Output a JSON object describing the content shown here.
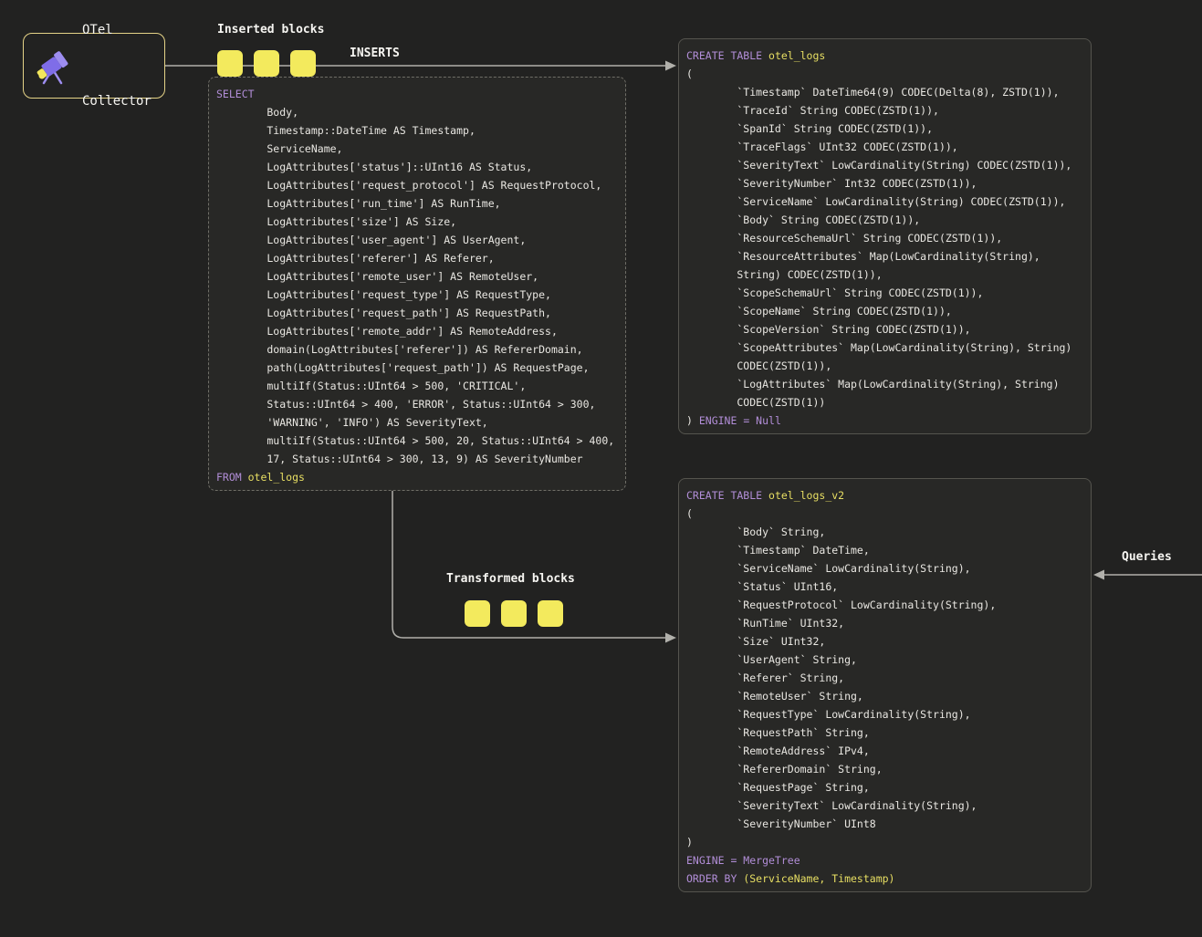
{
  "colors": {
    "bg": "#222221",
    "box-bg": "#282826",
    "border": "#55544e",
    "dashed": "#6f6e67",
    "yellow": "#e8df63",
    "yellow-block": "#f3ea5d",
    "purple": "#b28ed8",
    "code": "#e9e7e2",
    "label": "#f6f5f1",
    "arrow": "#b1b0ab",
    "otel-border": "#e5d387",
    "icon-purple": "#7f6de8",
    "icon-purple-light": "#9d8df0",
    "icon-yellow": "#f2e75c"
  },
  "otel_collector": {
    "line1": "OTel",
    "line2": "Collector"
  },
  "labels": {
    "inserted_blocks": "Inserted blocks",
    "inserts": "INSERTS",
    "transformed_blocks": "Transformed blocks",
    "queries": "Queries"
  },
  "blocks": {
    "inserted": {
      "count": 3
    },
    "transformed": {
      "count": 3
    }
  },
  "select_query": {
    "lines": [
      [
        [
          "k",
          "SELECT"
        ]
      ],
      [
        [
          "p",
          "        Body,"
        ]
      ],
      [
        [
          "p",
          "        Timestamp::DateTime AS Timestamp,"
        ]
      ],
      [
        [
          "p",
          "        ServiceName,"
        ]
      ],
      [
        [
          "p",
          "        LogAttributes['status']::UInt16 AS Status,"
        ]
      ],
      [
        [
          "p",
          "        LogAttributes['request_protocol'] AS RequestProtocol,"
        ]
      ],
      [
        [
          "p",
          "        LogAttributes['run_time'] AS RunTime,"
        ]
      ],
      [
        [
          "p",
          "        LogAttributes['size'] AS Size,"
        ]
      ],
      [
        [
          "p",
          "        LogAttributes['user_agent'] AS UserAgent,"
        ]
      ],
      [
        [
          "p",
          "        LogAttributes['referer'] AS Referer,"
        ]
      ],
      [
        [
          "p",
          "        LogAttributes['remote_user'] AS RemoteUser,"
        ]
      ],
      [
        [
          "p",
          "        LogAttributes['request_type'] AS RequestType,"
        ]
      ],
      [
        [
          "p",
          "        LogAttributes['request_path'] AS RequestPath,"
        ]
      ],
      [
        [
          "p",
          "        LogAttributes['remote_addr'] AS RemoteAddress,"
        ]
      ],
      [
        [
          "p",
          "        domain(LogAttributes['referer']) AS RefererDomain,"
        ]
      ],
      [
        [
          "p",
          "        path(LogAttributes['request_path']) AS RequestPage,"
        ]
      ],
      [
        [
          "p",
          "        multiIf(Status::UInt64 > 500, 'CRITICAL',"
        ]
      ],
      [
        [
          "p",
          "        Status::UInt64 > 400, 'ERROR', Status::UInt64 > 300,"
        ]
      ],
      [
        [
          "p",
          "        'WARNING', 'INFO') AS SeverityText,"
        ]
      ],
      [
        [
          "p",
          "        multiIf(Status::UInt64 > 500, 20, Status::UInt64 > 400,"
        ]
      ],
      [
        [
          "p",
          "        17, Status::UInt64 > 300, 13, 9) AS SeverityNumber"
        ]
      ],
      [
        [
          "k",
          "FROM "
        ],
        [
          "n",
          "otel_logs"
        ]
      ]
    ]
  },
  "otel_logs_table": {
    "lines": [
      [
        [
          "k",
          "CREATE TABLE "
        ],
        [
          "n",
          "otel_logs"
        ]
      ],
      [
        [
          "p",
          "("
        ]
      ],
      [
        [
          "p",
          "        `Timestamp` DateTime64(9) CODEC(Delta(8), ZSTD(1)),"
        ]
      ],
      [
        [
          "p",
          "        `TraceId` String CODEC(ZSTD(1)),"
        ]
      ],
      [
        [
          "p",
          "        `SpanId` String CODEC(ZSTD(1)),"
        ]
      ],
      [
        [
          "p",
          "        `TraceFlags` UInt32 CODEC(ZSTD(1)),"
        ]
      ],
      [
        [
          "p",
          "        `SeverityText` LowCardinality(String) CODEC(ZSTD(1)),"
        ]
      ],
      [
        [
          "p",
          "        `SeverityNumber` Int32 CODEC(ZSTD(1)),"
        ]
      ],
      [
        [
          "p",
          "        `ServiceName` LowCardinality(String) CODEC(ZSTD(1)),"
        ]
      ],
      [
        [
          "p",
          "        `Body` String CODEC(ZSTD(1)),"
        ]
      ],
      [
        [
          "p",
          "        `ResourceSchemaUrl` String CODEC(ZSTD(1)),"
        ]
      ],
      [
        [
          "p",
          "        `ResourceAttributes` Map(LowCardinality(String),"
        ]
      ],
      [
        [
          "p",
          "        String) CODEC(ZSTD(1)),"
        ]
      ],
      [
        [
          "p",
          "        `ScopeSchemaUrl` String CODEC(ZSTD(1)),"
        ]
      ],
      [
        [
          "p",
          "        `ScopeName` String CODEC(ZSTD(1)),"
        ]
      ],
      [
        [
          "p",
          "        `ScopeVersion` String CODEC(ZSTD(1)),"
        ]
      ],
      [
        [
          "p",
          "        `ScopeAttributes` Map(LowCardinality(String), String)"
        ]
      ],
      [
        [
          "p",
          "        CODEC(ZSTD(1)),"
        ]
      ],
      [
        [
          "p",
          "        `LogAttributes` Map(LowCardinality(String), String)"
        ]
      ],
      [
        [
          "p",
          "        CODEC(ZSTD(1))"
        ]
      ],
      [
        [
          "p",
          ") "
        ],
        [
          "k",
          "ENGINE = Null"
        ]
      ]
    ]
  },
  "otel_logs_v2_table": {
    "lines": [
      [
        [
          "k",
          "CREATE TABLE "
        ],
        [
          "n",
          "otel_logs_v2"
        ]
      ],
      [
        [
          "p",
          "("
        ]
      ],
      [
        [
          "p",
          "        `Body` String,"
        ]
      ],
      [
        [
          "p",
          "        `Timestamp` DateTime,"
        ]
      ],
      [
        [
          "p",
          "        `ServiceName` LowCardinality(String),"
        ]
      ],
      [
        [
          "p",
          "        `Status` UInt16,"
        ]
      ],
      [
        [
          "p",
          "        `RequestProtocol` LowCardinality(String),"
        ]
      ],
      [
        [
          "p",
          "        `RunTime` UInt32,"
        ]
      ],
      [
        [
          "p",
          "        `Size` UInt32,"
        ]
      ],
      [
        [
          "p",
          "        `UserAgent` String,"
        ]
      ],
      [
        [
          "p",
          "        `Referer` String,"
        ]
      ],
      [
        [
          "p",
          "        `RemoteUser` String,"
        ]
      ],
      [
        [
          "p",
          "        `RequestType` LowCardinality(String),"
        ]
      ],
      [
        [
          "p",
          "        `RequestPath` String,"
        ]
      ],
      [
        [
          "p",
          "        `RemoteAddress` IPv4,"
        ]
      ],
      [
        [
          "p",
          "        `RefererDomain` String,"
        ]
      ],
      [
        [
          "p",
          "        `RequestPage` String,"
        ]
      ],
      [
        [
          "p",
          "        `SeverityText` LowCardinality(String),"
        ]
      ],
      [
        [
          "p",
          "        `SeverityNumber` UInt8"
        ]
      ],
      [
        [
          "p",
          ")"
        ]
      ],
      [
        [
          "k",
          "ENGINE = MergeTree"
        ]
      ],
      [
        [
          "k",
          "ORDER BY "
        ],
        [
          "n",
          "(ServiceName, Timestamp)"
        ]
      ]
    ]
  }
}
